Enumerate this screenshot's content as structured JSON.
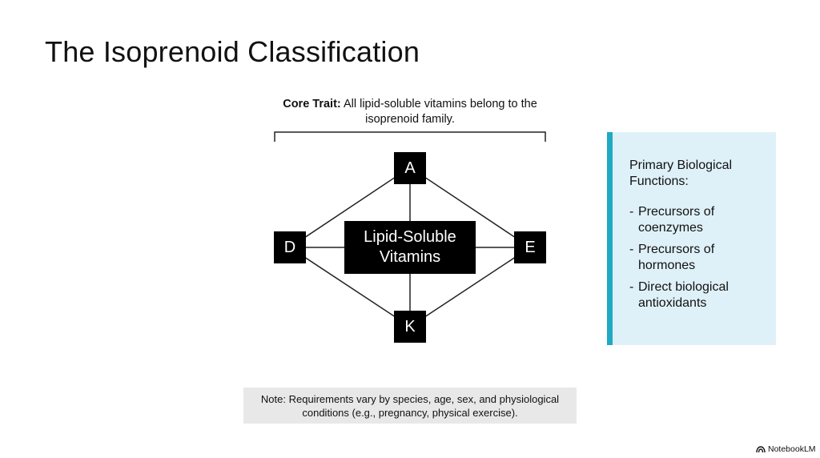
{
  "title": "The Isoprenoid Classification",
  "core_trait": {
    "label": "Core Trait:",
    "text": " All lipid-soluble vitamins belong to the isoprenoid family."
  },
  "diagram": {
    "center": "Lipid-Soluble Vitamins",
    "nodes": {
      "top": "A",
      "left": "D",
      "right": "E",
      "bottom": "K"
    }
  },
  "functions": {
    "heading": "Primary Biological Functions:",
    "items": [
      "Precursors of coenzymes",
      "Precursors of hormones",
      "Direct biological antioxidants"
    ]
  },
  "note": "Note: Requirements vary by species, age, sex, and physiological conditions (e.g., pregnancy, physical exercise).",
  "brand": "NotebookLM",
  "colors": {
    "accent": "#21a9c3",
    "panel_bg": "#dff1f8",
    "note_bg": "#e8e8e8"
  }
}
